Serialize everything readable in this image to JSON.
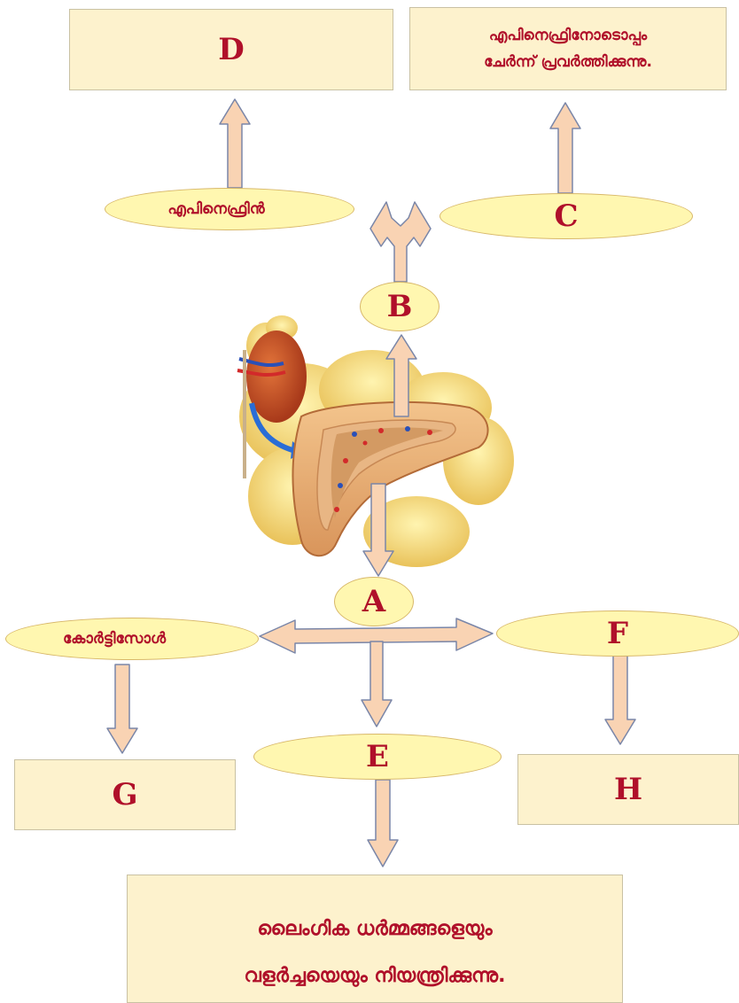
{
  "boxes": {
    "D": {
      "label": "D"
    },
    "top_right": {
      "line1": "എപിനെഫ്രിനോടൊപ്പം",
      "line2": "ചേർന്ന് പ്രവർത്തിക്കുന്നു."
    },
    "G": {
      "label": "G"
    },
    "H": {
      "label": "H"
    },
    "bottom": {
      "line1": "ലൈംഗിക ധർമ്മങ്ങളെയും",
      "line2": "വളർച്ചയെയും നിയന്ത്രിക്കുന്നു."
    }
  },
  "ovals": {
    "epinephrine": "എപിനെഫ്രിൻ",
    "C": "C",
    "B": "B",
    "A": "A",
    "cortisol": "കോർട്ടിസോൾ",
    "F": "F",
    "E": "E"
  },
  "colors": {
    "box_fill": "#fdf2cd",
    "oval_fill": "#fff7b0",
    "arrow_fill": "#f9d3b3",
    "arrow_stroke": "#7a86a8",
    "label_text": "#b0102a"
  }
}
